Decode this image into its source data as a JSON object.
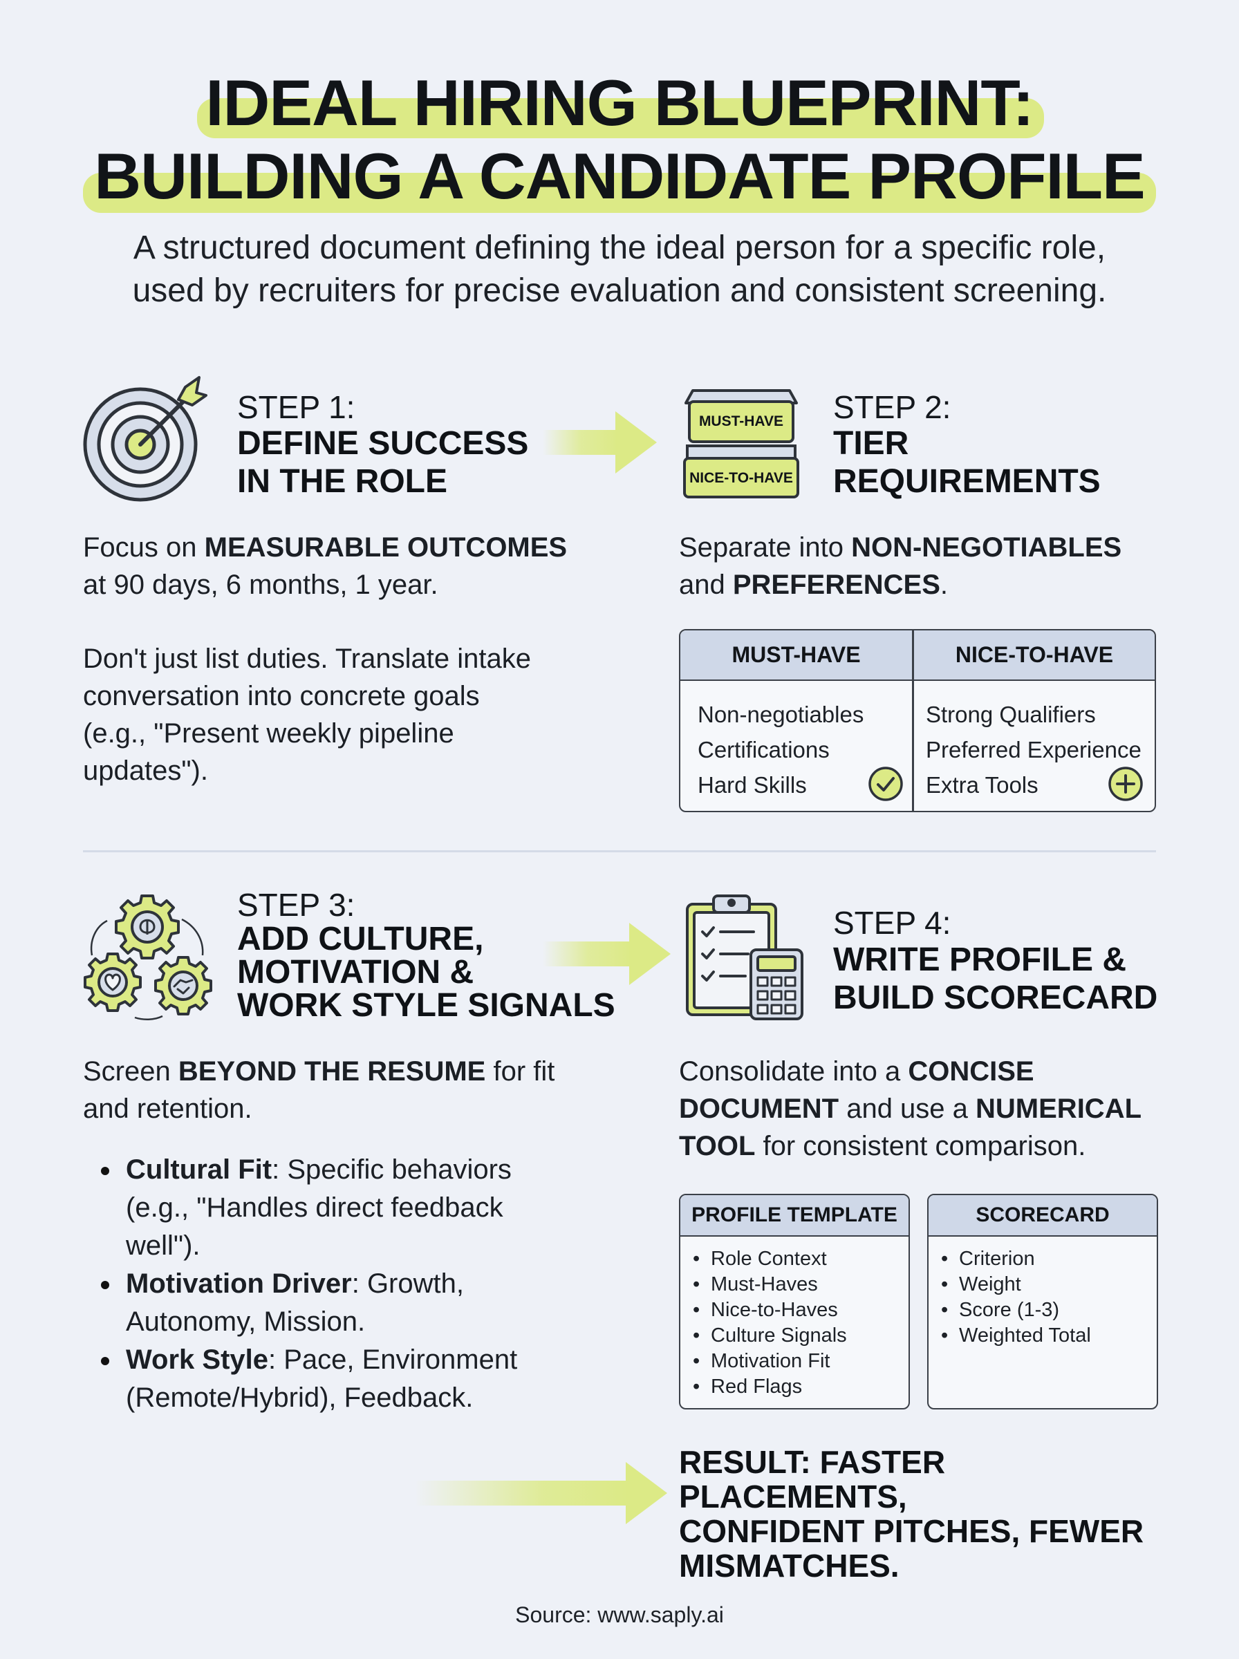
{
  "header": {
    "title_line1": "IDEAL HIRING BLUEPRINT:",
    "title_line2": "BUILDING A CANDIDATE PROFILE",
    "subtitle_line1": "A structured document defining the ideal person for a specific role,",
    "subtitle_line2": "used by recruiters for precise evaluation and consistent screening."
  },
  "step1": {
    "label": "STEP 1:",
    "title_line1": "DEFINE SUCCESS",
    "title_line2": "IN THE ROLE",
    "p1_pre": "Focus on ",
    "p1_bold": "MEASURABLE OUTCOMES",
    "p1_post": "at 90 days, 6 months, 1 year.",
    "p2_line1": "Don't just list duties. Translate intake",
    "p2_line2": "conversation into concrete goals",
    "p2_line3": "(e.g., \"Present weekly pipeline",
    "p2_line4": "updates\")."
  },
  "step2": {
    "label": "STEP 2:",
    "title_line1": "TIER",
    "title_line2": "REQUIREMENTS",
    "icon_top_label": "MUST-HAVE",
    "icon_bottom_label": "NICE-TO-HAVE",
    "p1_pre": "Separate into ",
    "p1_bold1": "NON-NEGOTIABLES",
    "p1_mid": "and ",
    "p1_bold2": "PREFERENCES",
    "p1_post": ".",
    "table": {
      "col1_header": "MUST-HAVE",
      "col2_header": "NICE-TO-HAVE",
      "col1_items": [
        "Non-negotiables",
        "Certifications",
        "Hard Skills"
      ],
      "col2_items": [
        "Strong Qualifiers",
        "Preferred Experience",
        "Extra Tools"
      ]
    }
  },
  "step3": {
    "label": "STEP 3:",
    "title_line1": "ADD CULTURE,",
    "title_line2": "MOTIVATION &",
    "title_line3": "WORK STYLE SIGNALS",
    "p1_pre": "Screen ",
    "p1_bold": "BEYOND THE RESUME",
    "p1_post": " for fit",
    "p1_line2": "and retention.",
    "bullets": [
      {
        "bold": "Cultural Fit",
        "rest1": ": Specific behaviors",
        "rest2": "(e.g., \"Handles direct feedback",
        "rest3": "well\")."
      },
      {
        "bold": "Motivation Driver",
        "rest1": ": Growth,",
        "rest2": "Autonomy, Mission."
      },
      {
        "bold": "Work Style",
        "rest1": ": Pace, Environment",
        "rest2": "(Remote/Hybrid), Feedback."
      }
    ]
  },
  "step4": {
    "label": "STEP 4:",
    "title_line1": "WRITE PROFILE &",
    "title_line2": "BUILD SCORECARD",
    "p1_pre": "Consolidate into a ",
    "p1_bold1": "CONCISE",
    "p1_bold2": "DOCUMENT",
    "p1_mid": " and use a ",
    "p1_bold3": "NUMERICAL",
    "p1_bold4": "TOOL",
    "p1_post": " for consistent comparison.",
    "profile": {
      "header": "PROFILE TEMPLATE",
      "items": [
        "Role Context",
        "Must-Haves",
        "Nice-to-Haves",
        "Culture Signals",
        "Motivation Fit",
        "Red Flags"
      ]
    },
    "scorecard": {
      "header": "SCORECARD",
      "items": [
        "Criterion",
        "Weight",
        "Score (1-3)",
        "Weighted Total"
      ]
    }
  },
  "result": {
    "line1": "RESULT: FASTER PLACEMENTS,",
    "line2": "CONFIDENT PITCHES, FEWER",
    "line3": "MISMATCHES."
  },
  "footer": {
    "source": "Source: www.saply.ai"
  },
  "colors": {
    "background": "#eef1f7",
    "accent": "#dcea86",
    "table_header": "#cfd8e8",
    "text": "#111418"
  }
}
